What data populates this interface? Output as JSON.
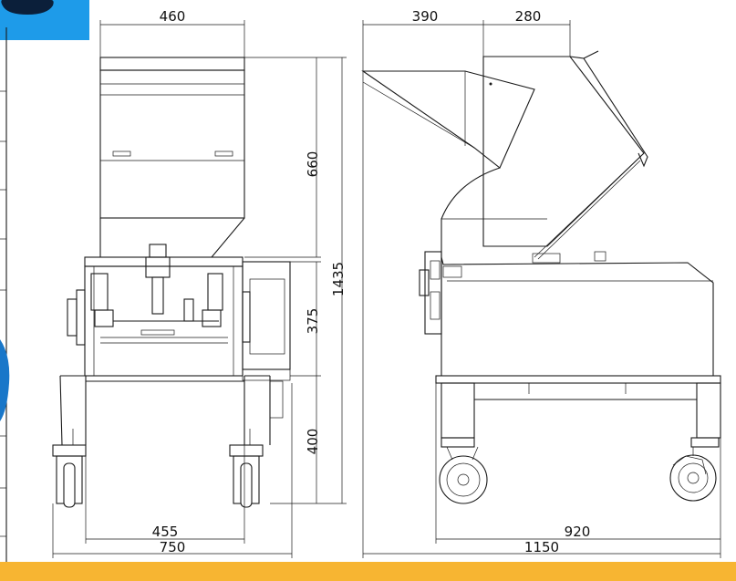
{
  "colors": {
    "background": "#ffffff",
    "line": "#1a1a1a",
    "accent_bar": "#f7b532",
    "badge_blue": "#1e9be9",
    "badge_dark": "#0b1f3a",
    "left_blob": "#1977c9"
  },
  "dimensions": {
    "front_top_width": "460",
    "front_upper_height": "660",
    "front_total_height": "1435",
    "front_middle_height": "375",
    "front_lower_height": "400",
    "front_inner_width": "455",
    "front_total_width": "750",
    "side_top_left": "390",
    "side_top_right": "280",
    "side_wheelbase": "920",
    "side_total_width": "1150"
  }
}
